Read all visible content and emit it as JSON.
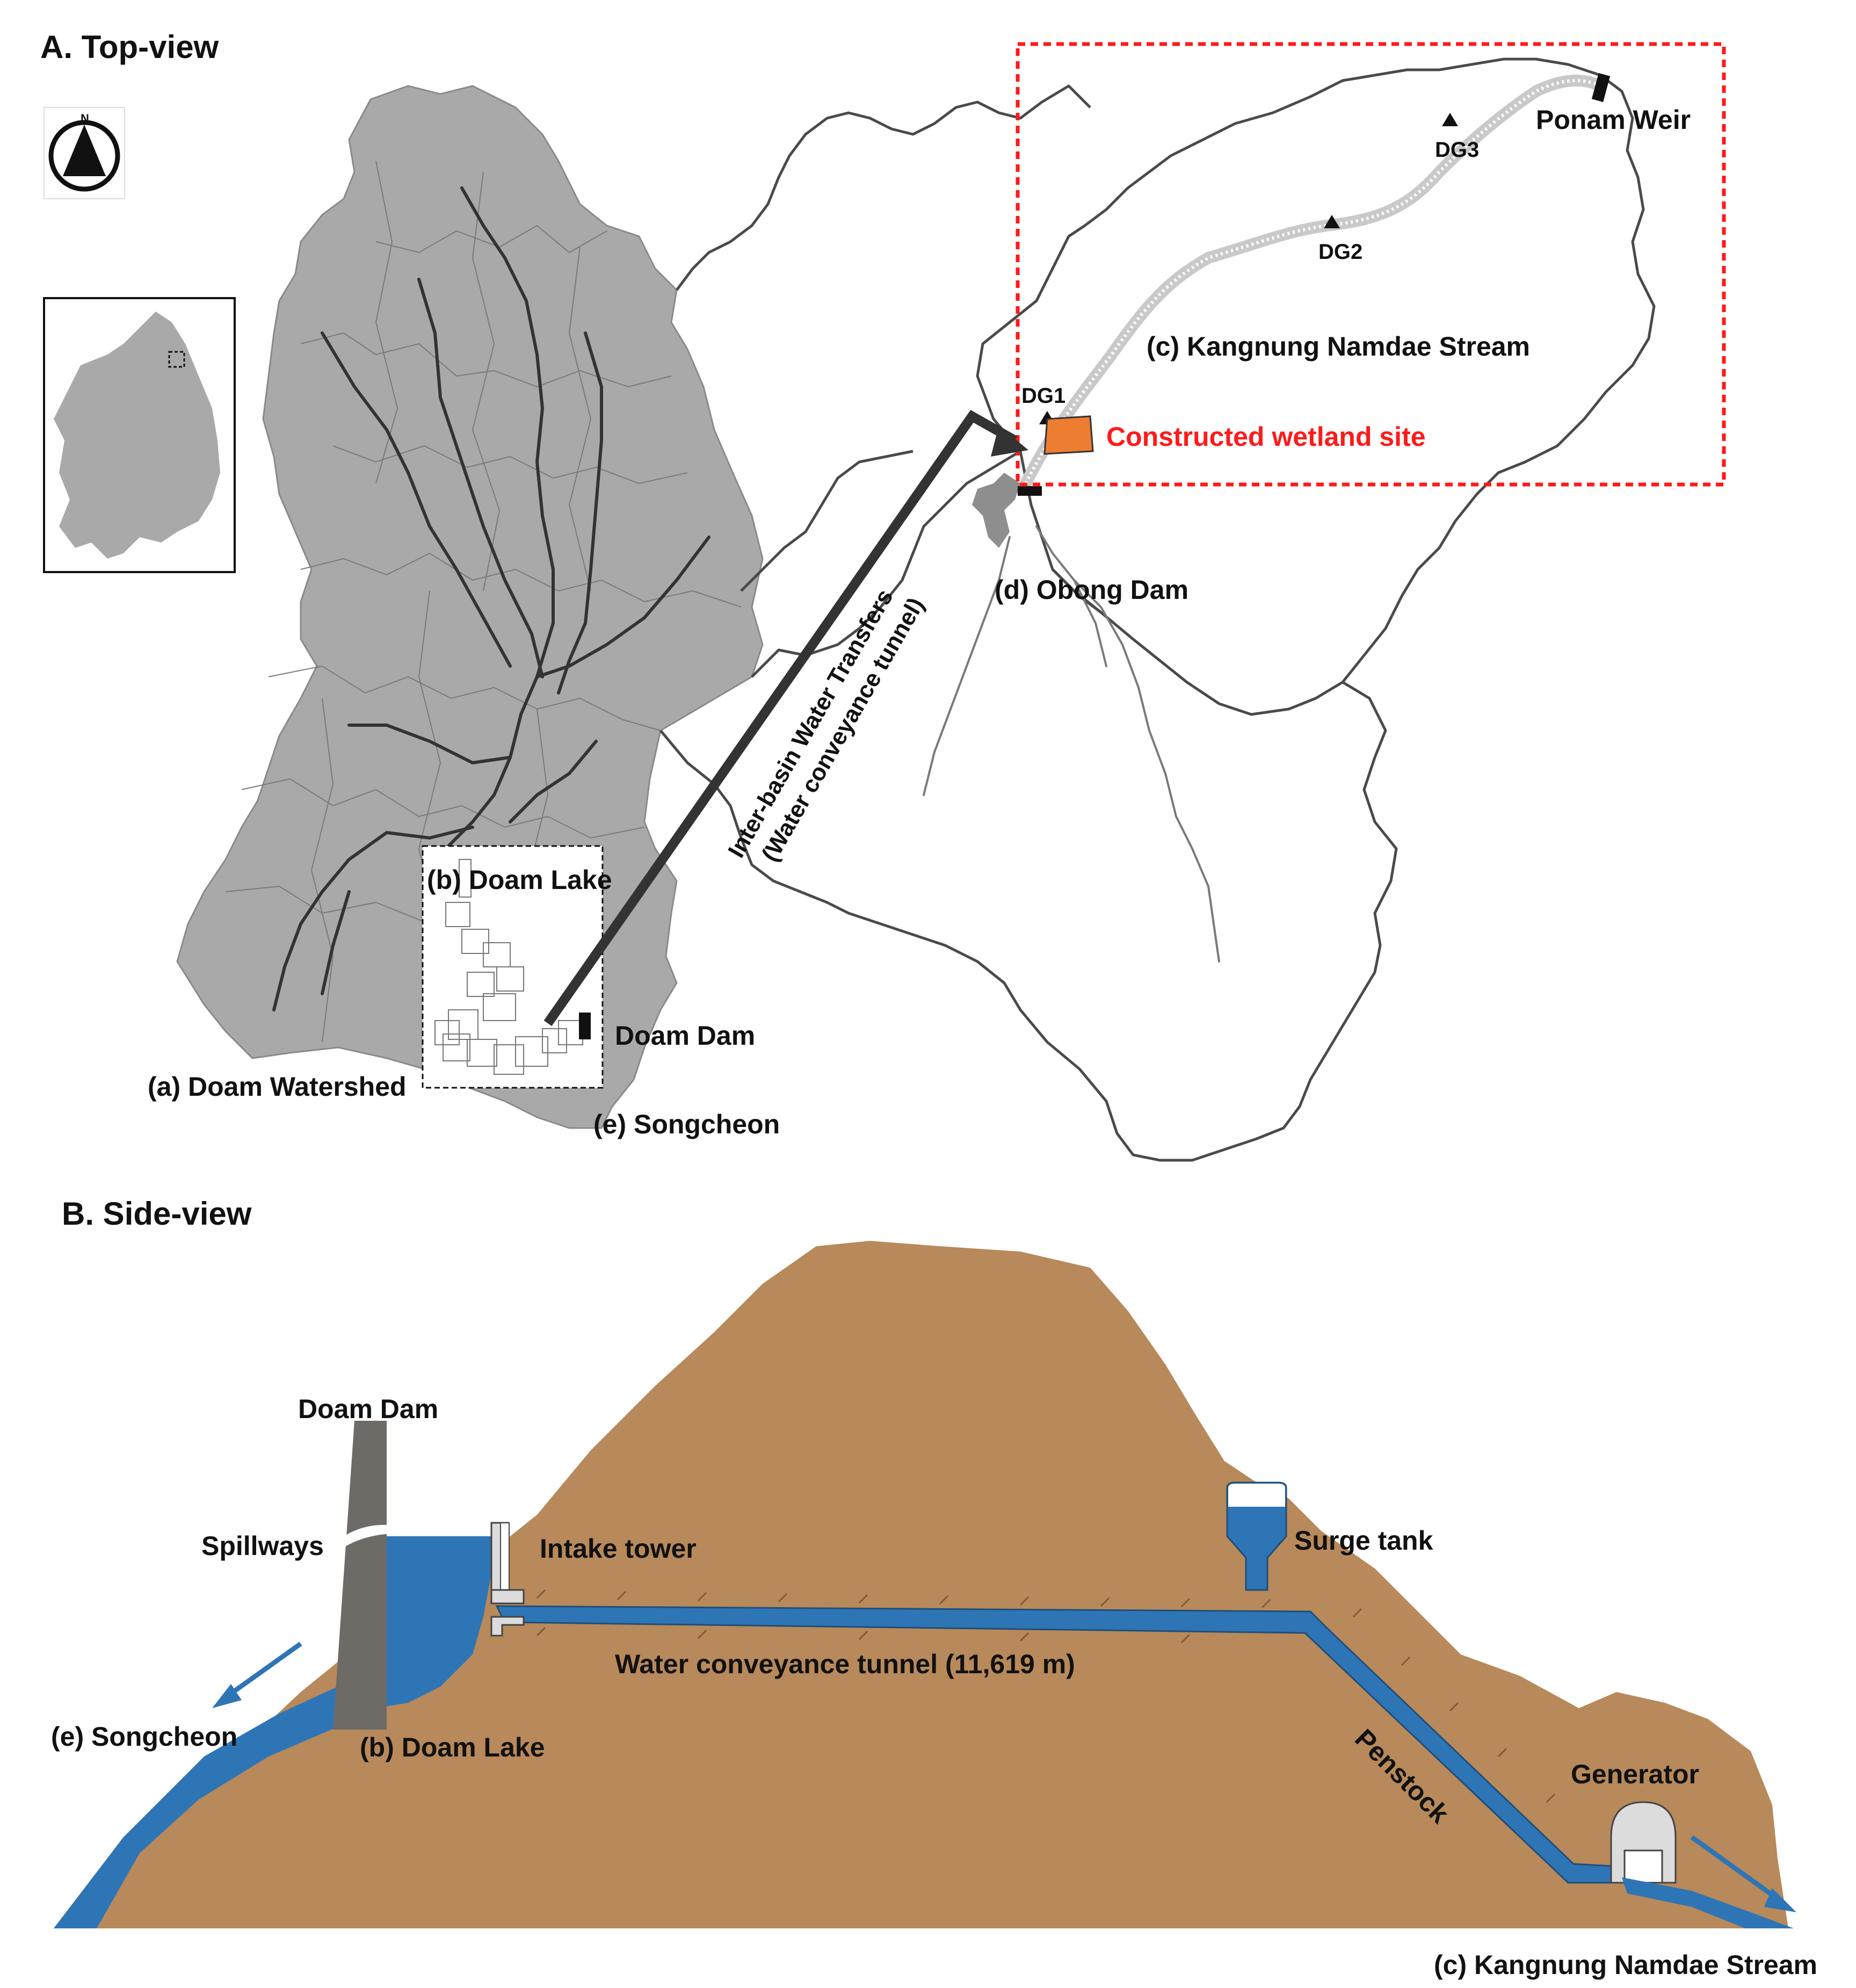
{
  "panels": {
    "top_view": "A. Top-view",
    "side_view": "B. Side-view"
  },
  "top_labels": {
    "north": "N",
    "doam_watershed": "(a) Doam Watershed",
    "doam_lake": "(b) Doam Lake",
    "doam_dam": "Doam Dam",
    "songcheon": "(e) Songcheon",
    "obong_dam": "(d) Obong Dam",
    "kangnung_stream": "(c) Kangnung Namdae Stream",
    "wetland": "Constructed wetland site",
    "ponam_weir": "Ponam Weir",
    "dg1": "DG1",
    "dg2": "DG2",
    "dg3": "DG3",
    "transfer_line1": "Inter-basin Water Transfers",
    "transfer_line2": "(Water conveyance tunnel)"
  },
  "side_labels": {
    "doam_dam": "Doam Dam",
    "spillways": "Spillways",
    "intake_tower": "Intake tower",
    "surge_tank": "Surge tank",
    "tunnel": "Water conveyance tunnel (11,619 m)",
    "songcheon": "(e) Songcheon",
    "doam_lake": "(b) Doam Lake",
    "penstock": "Penstock",
    "generator": "Generator",
    "kangnung_stream": "(c) Kangnung Namdae Stream"
  },
  "colors": {
    "watershed_fill": "#a9a9a9",
    "water_blue": "#2e75b6",
    "earth_brown": "#b8895a",
    "dam_gray": "#6e6a66",
    "wetland_orange": "#ed7d31",
    "highlight_red": "#ff1a1a"
  }
}
